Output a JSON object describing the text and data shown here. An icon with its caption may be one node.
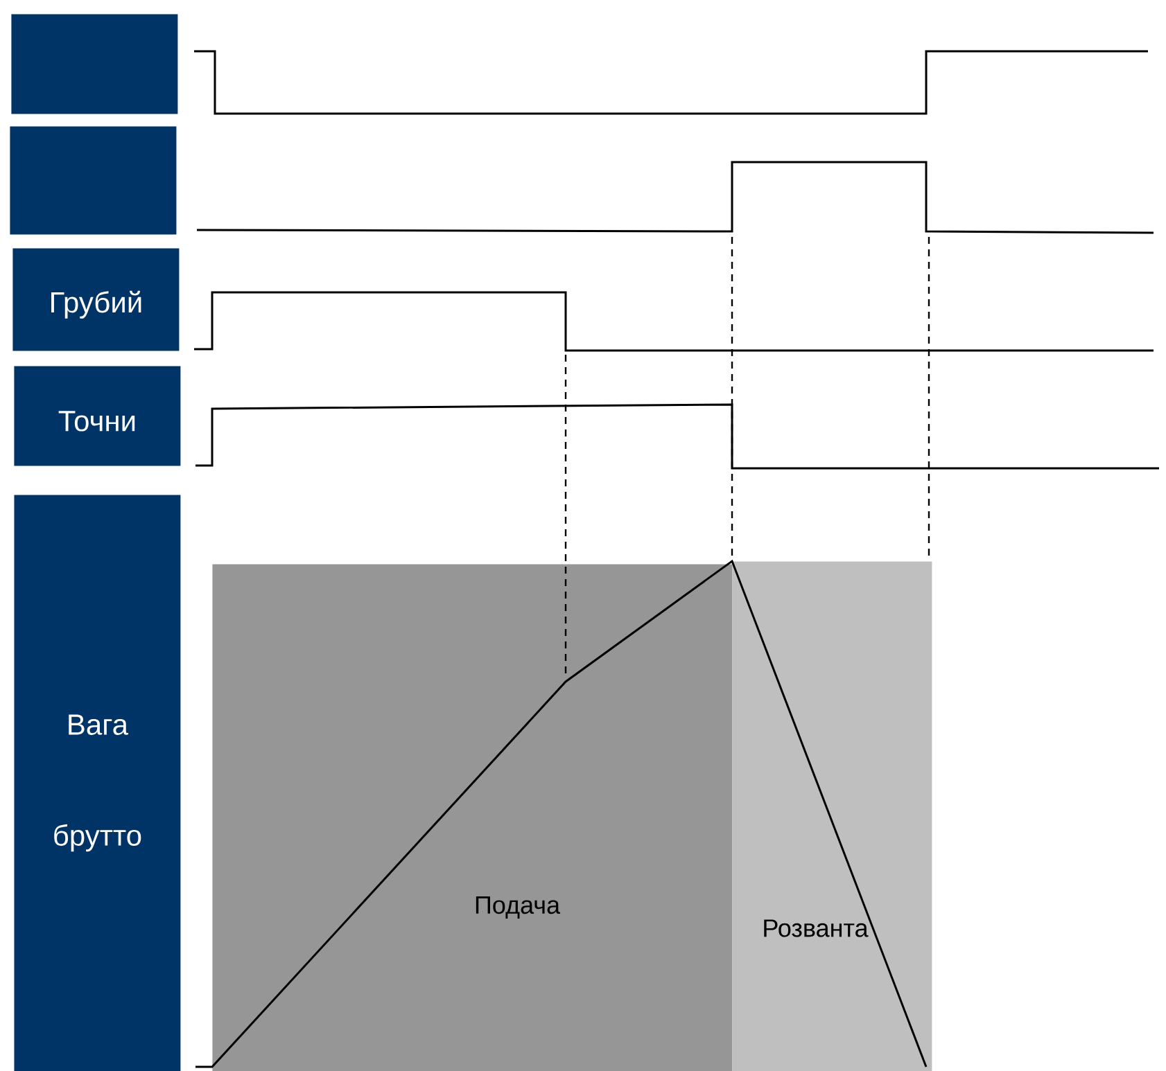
{
  "diagram": {
    "nodes": [
      {
        "text": [],
        "shape": "box"
      },
      {
        "text": [],
        "shape": "box"
      },
      {
        "text": [
          "Грубий"
        ]
      },
      {
        "text": [
          "Точни"
        ]
      },
      {
        "text": [
          "Вага брутто"
        ]
      },
      {
        "text": [
          "Подача"
        ]
      },
      {
        "text": [
          "Розванта"
        ]
      }
    ],
    "edges": []
  }
}
